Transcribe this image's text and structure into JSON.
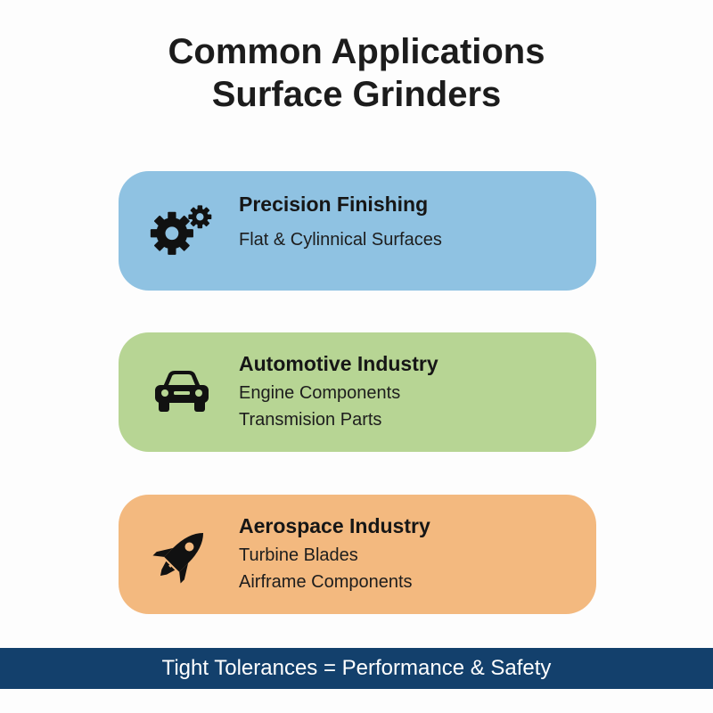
{
  "title": {
    "line1": "Common Applications",
    "line2": "Surface Grinders"
  },
  "cards": [
    {
      "icon": "gears-icon",
      "color": "#8fc2e2",
      "heading": "Precision Finishing",
      "lines": [
        "Flat & Cylinnical Surfaces"
      ]
    },
    {
      "icon": "car-icon",
      "color": "#b7d594",
      "heading": "Automotive Industry",
      "lines": [
        "Engine Components",
        "Transmision Parts"
      ]
    },
    {
      "icon": "rocket-icon",
      "color": "#f3b97f",
      "heading": "Aerospace Industry",
      "lines": [
        "Turbine Blades",
        "Airframe Components"
      ]
    }
  ],
  "footer": {
    "text": "Tight Tolerances = Performance & Safety",
    "color": "#13406c"
  }
}
